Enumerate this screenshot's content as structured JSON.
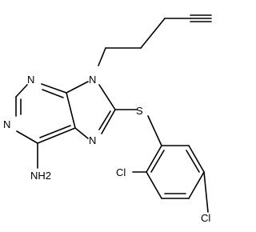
{
  "molecule": {
    "atoms": {
      "n_imidazole_top": "N",
      "n_pyrimidine_top": "N",
      "n_pyrimidine_left": "N",
      "n_imidazole_right": "N",
      "sulfur": "S",
      "amine": "NH2",
      "chlorine_ortho": "Cl",
      "chlorine_para": "Cl"
    }
  }
}
